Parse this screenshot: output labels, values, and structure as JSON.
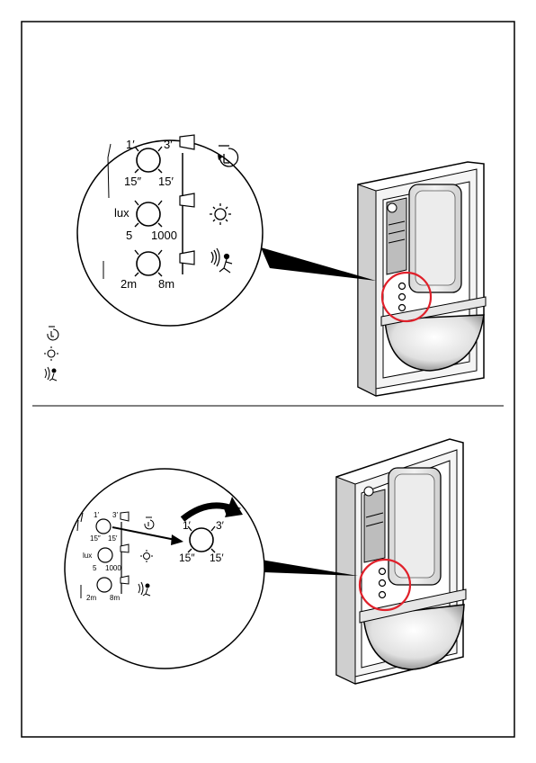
{
  "top_panel": {
    "zoom_dials": [
      {
        "left_label": "1′",
        "right_label": "3′",
        "bottom_left_label": "15″",
        "bottom_right_label": "15′",
        "icon": "timer-icon"
      },
      {
        "left_label": "lux",
        "right_label": "",
        "bottom_left_label": "5",
        "bottom_right_label": "1000",
        "icon": "sun-icon"
      },
      {
        "left_label": "",
        "right_label": "",
        "bottom_left_label": "2m",
        "bottom_right_label": "8m",
        "icon": "motion-range-icon"
      }
    ],
    "legend_icons": [
      "timer-icon",
      "sun-icon",
      "motion-range-icon"
    ]
  },
  "bottom_panel": {
    "small_dials": [
      {
        "left_label": "1′",
        "right_label": "3′",
        "bottom_left_label": "15″",
        "bottom_right_label": "15′"
      },
      {
        "left_label": "lux",
        "right_label": "",
        "bottom_left_label": "5",
        "bottom_right_label": "1000"
      },
      {
        "left_label": "",
        "right_label": "",
        "bottom_left_label": "2m",
        "bottom_right_label": "8m"
      }
    ],
    "enlarged_dial": {
      "left_label": "1′",
      "right_label": "3′",
      "bottom_left_label": "15″",
      "bottom_right_label": "15′"
    }
  },
  "colors": {
    "highlight": "#e0202a",
    "ink": "#000000"
  }
}
